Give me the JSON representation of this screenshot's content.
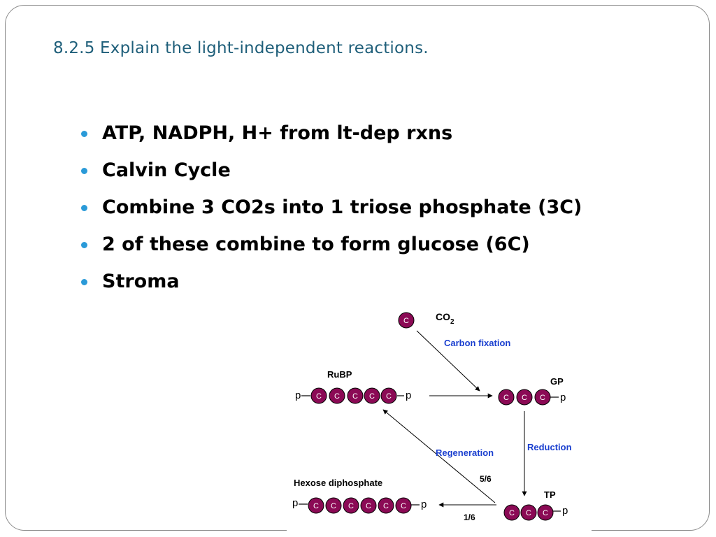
{
  "slide": {
    "title": "8.2.5 Explain the light-independent reactions.",
    "bullets": [
      {
        "text": "ATP, NADPH, H+ from lt-dep rxns"
      },
      {
        "text": "Calvin Cycle"
      },
      {
        "text": "Combine 3 CO2s into 1 triose phosphate (3C)"
      },
      {
        "text": "2 of these combine to form glucose (6C)"
      },
      {
        "text": "Stroma"
      }
    ]
  },
  "diagram": {
    "carbon_letter": "C",
    "phosphate_letter": "p",
    "co2_label": "CO",
    "co2_subscript": "2",
    "carbon_fixation": "Carbon fixation",
    "rubp_label": "RuBP",
    "gp_label": "GP",
    "reduction": "Reduction",
    "regeneration": "Regeneration",
    "fraction_5_6": "5/6",
    "tp_label": "TP",
    "hexose_label": "Hexose diphosphate",
    "fraction_1_6": "1/6"
  },
  "colors": {
    "title": "#1f5f7a",
    "bullet": "#2a9ad8",
    "carbon_fill": "#8b0a55",
    "process_label": "#1a3fcf"
  }
}
